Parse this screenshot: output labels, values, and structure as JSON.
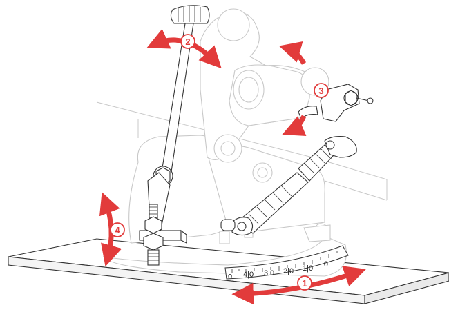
{
  "colors": {
    "arrow": "#e23b3b",
    "line_light": "#c8c8c8",
    "line_dark": "#333333",
    "background": "#ffffff"
  },
  "callouts": [
    {
      "id": "1",
      "label": "1",
      "meaning": "rotate-base"
    },
    {
      "id": "2",
      "label": "2",
      "meaning": "swing-lever"
    },
    {
      "id": "3",
      "label": "3",
      "meaning": "rotate-head"
    },
    {
      "id": "4",
      "label": "4",
      "meaning": "adjust-height"
    }
  ],
  "scale": {
    "ticks": [
      "o",
      "4|0",
      "3|0",
      "2|0",
      "1|0",
      "|0"
    ]
  }
}
